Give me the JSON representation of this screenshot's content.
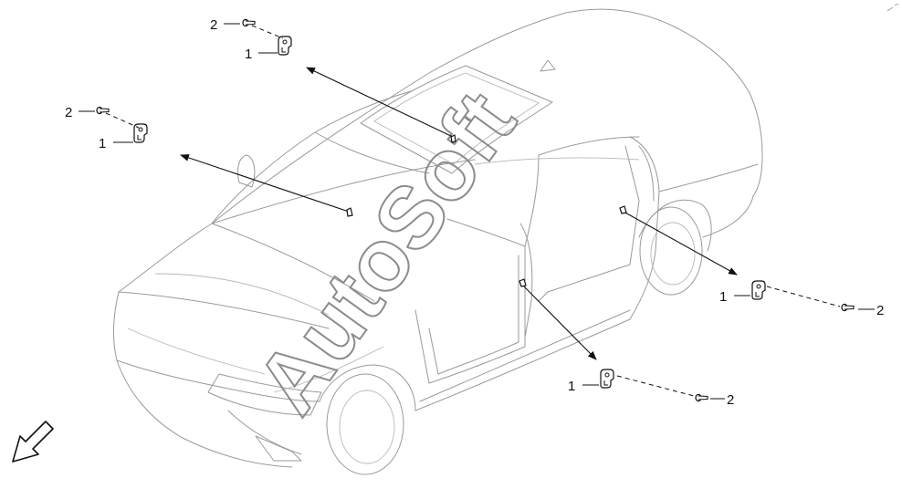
{
  "diagram": {
    "watermark": "AutoSoft",
    "callouts": [
      {
        "id": "a",
        "bracket": "1",
        "fastener": "2"
      },
      {
        "id": "b",
        "bracket": "1",
        "fastener": "2"
      },
      {
        "id": "c",
        "bracket": "1",
        "fastener": "2"
      },
      {
        "id": "d",
        "bracket": "1",
        "fastener": "2"
      }
    ],
    "icons": {
      "direction": "front-direction-arrow-icon",
      "bracket": "bracket-icon",
      "fastener": "clip-icon"
    }
  }
}
